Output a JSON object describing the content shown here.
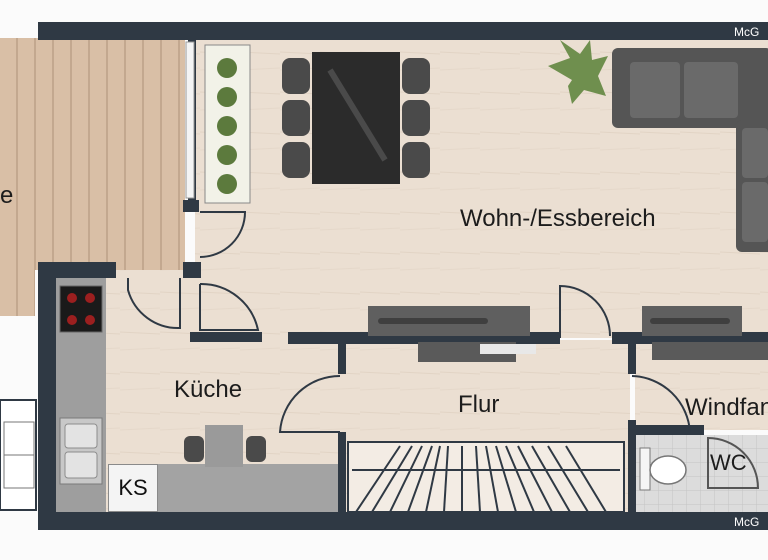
{
  "plan": {
    "rooms": {
      "living": "Wohn-/Essbereich",
      "kitchen": "Küche",
      "hall": "Flur",
      "vestibule": "Windfang",
      "wc": "WC",
      "terrace_partial": "e"
    },
    "fridge_label": "KS",
    "watermark_top": "McG",
    "watermark_bottom": "McG"
  },
  "colors": {
    "wall": "#2f3944",
    "floor": "#eaded1",
    "terrace": "#d8bda3",
    "sofa": "#555555",
    "table": "#2b2b2b",
    "plant": "#6f8f4e",
    "counter": "#a3a3a3",
    "tile": "#d9d9d9"
  }
}
